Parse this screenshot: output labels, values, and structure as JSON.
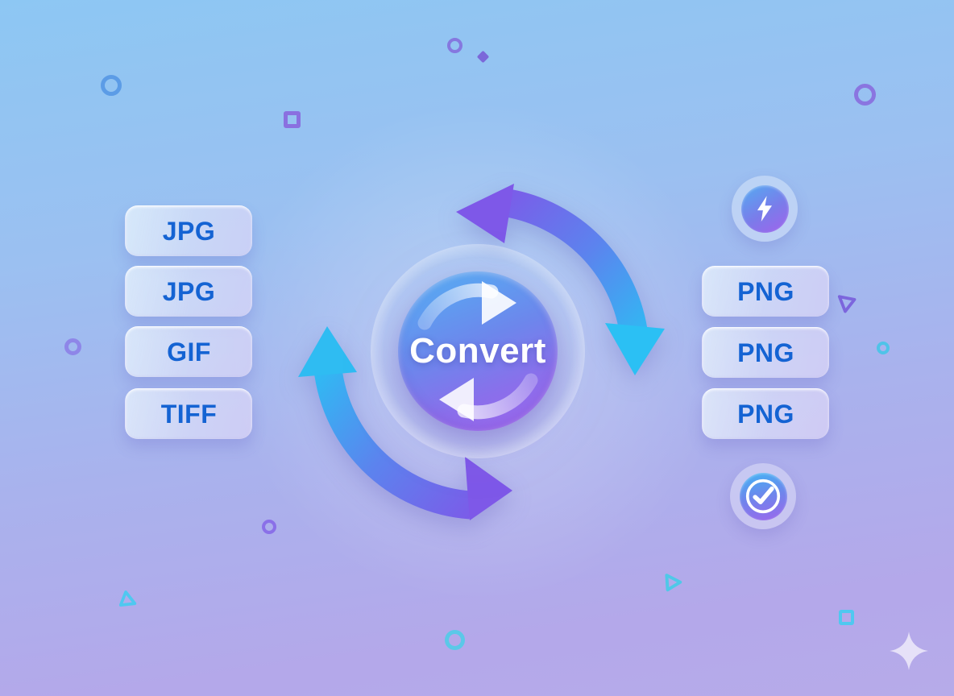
{
  "center": {
    "label": "Convert"
  },
  "source_formats": [
    {
      "label": "JPG"
    },
    {
      "label": "JPG"
    },
    {
      "label": "GIF"
    },
    {
      "label": "TIFF"
    }
  ],
  "target_formats": [
    {
      "label": "PNG"
    },
    {
      "label": "PNG"
    },
    {
      "label": "PNG"
    }
  ],
  "icons": {
    "center": "sync-cycle-icon",
    "badge_top": "lightning-bolt-icon",
    "badge_bottom": "check-circle-icon",
    "outer_arrows": [
      "curved-arrow-top-right",
      "curved-arrow-bottom-left"
    ],
    "decorations": [
      "circle-outline",
      "square-outline",
      "triangle-outline",
      "diamond-dot",
      "sparkle-star"
    ]
  },
  "colors": {
    "background_top": "#8DC7F3",
    "background_bottom": "#B5AAE9",
    "pill_text": "#1463D3",
    "pill_background": "rgba(235,240,252,0.68)",
    "arrow_purple": "#7E58E8",
    "arrow_cyan": "#2BC0F4",
    "disc_gradient_start": "#54AFF3",
    "disc_gradient_end": "#A066EE",
    "convert_text": "#FFFFFF",
    "deco_blue": "#5C9CE6",
    "deco_purple": "#8A75E0",
    "deco_cyan": "#4FC8F0",
    "sparkle": "#EAE6F9"
  }
}
